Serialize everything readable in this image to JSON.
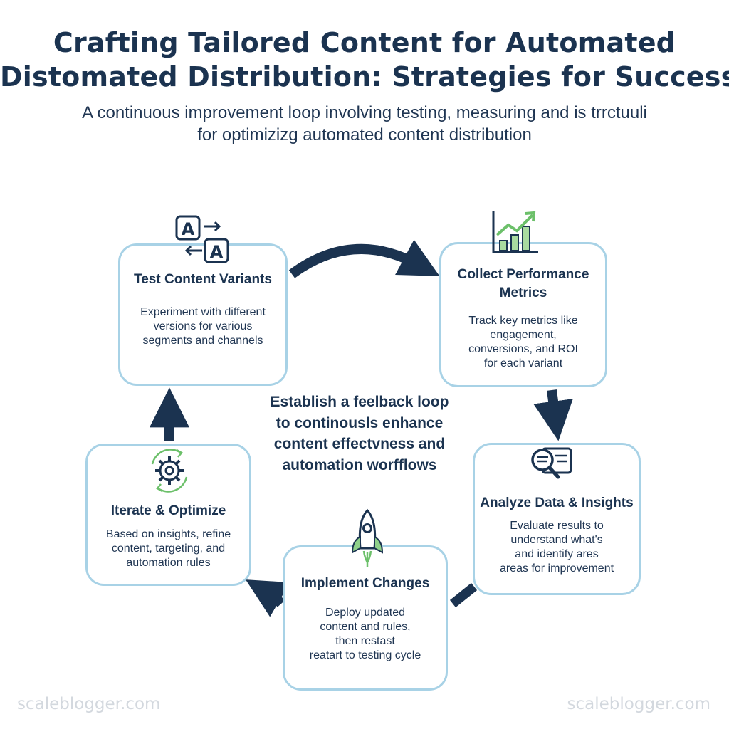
{
  "title": {
    "line1": "Crafting Tailored Content for Automated",
    "line2": "Distomated Distribution: Strategies for Success"
  },
  "subtitle": {
    "line1": "A continuous improvement loop involving testing, measuring and is trrctuuli",
    "line2": "for optimizizg automated content distribution"
  },
  "center": {
    "line1": "Establish a feelback loop",
    "line2": "to continousls enhance",
    "line3": "content effectvness and",
    "line4": "automation worfflows"
  },
  "steps": {
    "test": {
      "title": "Test Content Variants",
      "desc": [
        "Experiment with different",
        "versions for various",
        "segments and channels"
      ],
      "icon": "ab-test-icon"
    },
    "collect": {
      "title": [
        "Collect Performance",
        "Metrics"
      ],
      "desc": [
        "Track key metrics like",
        "engagement,",
        "conversions, and ROI",
        "for each variant"
      ],
      "icon": "growth-chart-icon"
    },
    "analyze": {
      "title": "Analyze Data & Insights",
      "desc": [
        "Evaluate results to",
        "understand what's",
        "and identify ares",
        "areas for improvement"
      ],
      "icon": "magnifier-document-icon"
    },
    "implement": {
      "title": "Implement Changes",
      "desc": [
        "Deploy updated",
        "content and rules,",
        "then restast",
        "reatart to testing cycle"
      ],
      "icon": "rocket-icon"
    },
    "iterate": {
      "title": "Iterate & Optimize",
      "desc": [
        "Based on insights, refine",
        "content, targeting, and",
        "automation rules"
      ],
      "icon": "gear-cycle-icon"
    }
  },
  "watermark": {
    "left": "scaleblogger.com",
    "right": "scaleblogger.com"
  },
  "colors": {
    "navy": "#1b3350",
    "card_border": "#a8d2e6",
    "green": "#6cc06a",
    "watermark": "#d3d8de"
  }
}
